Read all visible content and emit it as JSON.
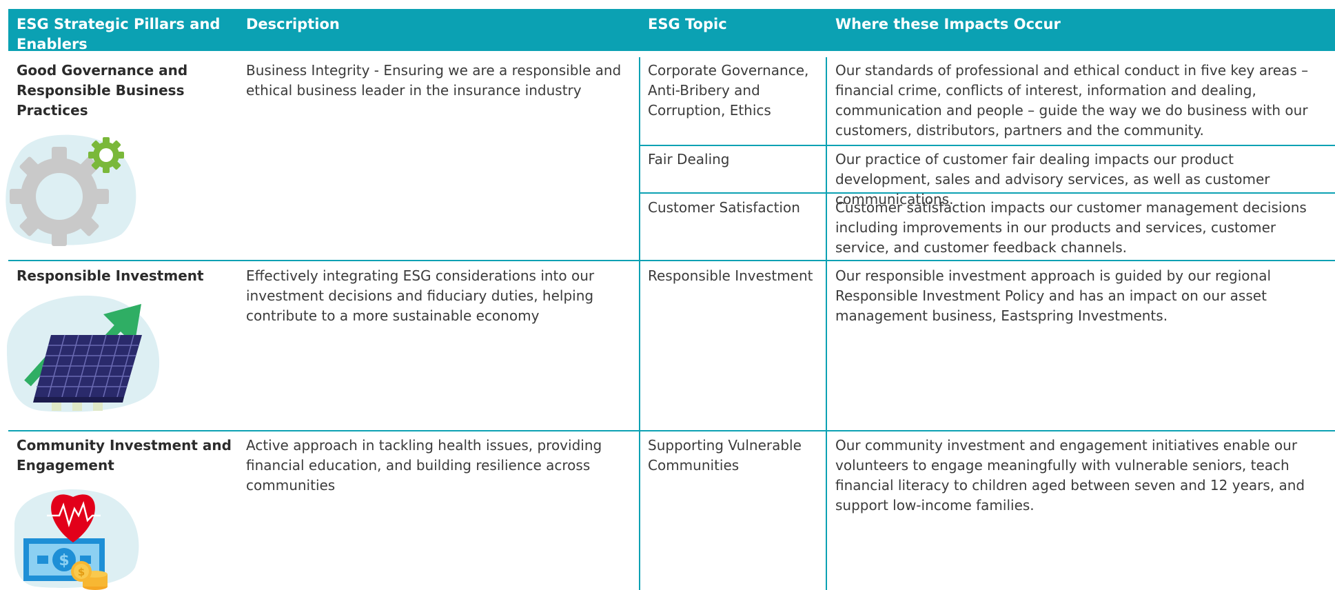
{
  "header": {
    "col1": "ESG Strategic Pillars and Enablers",
    "col2": "Description",
    "col3": "ESG Topic",
    "col4": "Where these Impacts Occur"
  },
  "rows": [
    {
      "pillar": "Good Governance and Responsible Business Practices",
      "description": "Business Integrity - Ensuring we are a responsible and ethical business leader in the insurance industry",
      "topics": [
        {
          "topic": "Corporate Governance, Anti-Bribery and Corruption, Ethics",
          "impact": "Our standards of professional and ethical conduct in five key areas – financial crime, conflicts of interest, information and dealing, communication and people – guide the way we do business with our customers, distributors, partners and the community."
        },
        {
          "topic": "Fair Dealing",
          "impact": "Our practice of customer fair dealing impacts our product development, sales and advisory services, as well as customer communications."
        },
        {
          "topic": "Customer Satisfaction",
          "impact": "Customer satisfaction impacts our customer management decisions including improvements in our products and services, customer service, and customer feedback channels."
        }
      ]
    },
    {
      "pillar": "Responsible Investment",
      "description": "Effectively integrating ESG considerations into our investment decisions and fiduciary duties, helping contribute to a more sustainable economy",
      "topics": [
        {
          "topic": "Responsible Investment",
          "impact": "Our responsible investment approach is guided by our regional Responsible Investment Policy and has an impact on our asset management business, Eastspring Investments."
        }
      ]
    },
    {
      "pillar": "Community Investment and Engagement",
      "description": "Active approach in tackling health issues, providing financial education, and building resilience across communities",
      "topics": [
        {
          "topic": "Supporting Vulnerable Communities",
          "impact": "Our community investment and engagement initiatives enable our volunteers to engage meaningfully with vulnerable seniors, teach financial literacy to children aged between seven and 12 years, and support low-income families."
        }
      ]
    }
  ],
  "colors": {
    "header_bg": "#0ba1b3",
    "rule": "#0ba1b3",
    "gear": "#c9c9c9",
    "small_gear": "#7ab83a",
    "arrow": "#2fae64",
    "solar_panel": "#2a2a6b",
    "heart": "#e2001a",
    "icon_blob": "#ddeff3"
  },
  "icons": {
    "row1": "gear-icon",
    "row2": "growth-arrow-solar-panel-icon",
    "row3": "heart-money-icon"
  }
}
